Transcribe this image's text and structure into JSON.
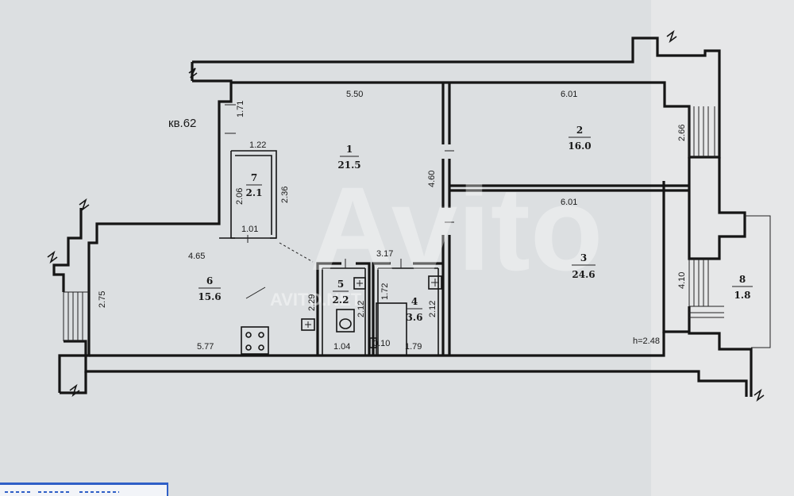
{
  "apartment_label": "кв.62",
  "height_label": "h=2.48",
  "rooms": [
    {
      "id": "room-1",
      "number": "1",
      "area": "21.5"
    },
    {
      "id": "room-2",
      "number": "2",
      "area": "16.0"
    },
    {
      "id": "room-3",
      "number": "3",
      "area": "24.6"
    },
    {
      "id": "room-4",
      "number": "4",
      "area": "3.6"
    },
    {
      "id": "room-5",
      "number": "5",
      "area": "2.2"
    },
    {
      "id": "room-6",
      "number": "6",
      "area": "15.6"
    },
    {
      "id": "room-7",
      "number": "7",
      "area": "2.1"
    },
    {
      "id": "room-8",
      "number": "8",
      "area": "1.8"
    }
  ],
  "dimensions": {
    "d_5_50": "5.50",
    "d_6_01_top": "6.01",
    "d_6_01_mid": "6.01",
    "d_1_71": "1.71",
    "d_1_22": "1.22",
    "d_2_06": "2.06",
    "d_2_36": "2.36",
    "d_1_01": "1.01",
    "d_4_60": "4.60",
    "d_2_66": "2.66",
    "d_4_65": "4.65",
    "d_3_17": "3.17",
    "d_2_75": "2.75",
    "d_2_29": "2.29",
    "d_2_12_a": "2.12",
    "d_1_72": "1.72",
    "d_2_12_b": "2.12",
    "d_5_77": "5.77",
    "d_1_04": "1.04",
    "d_0_10": "0.10",
    "d_1_79": "1.79",
    "d_4_10": "4.10"
  },
  "watermark": {
    "brand": "Avito",
    "sub": "AVITO.NET"
  }
}
